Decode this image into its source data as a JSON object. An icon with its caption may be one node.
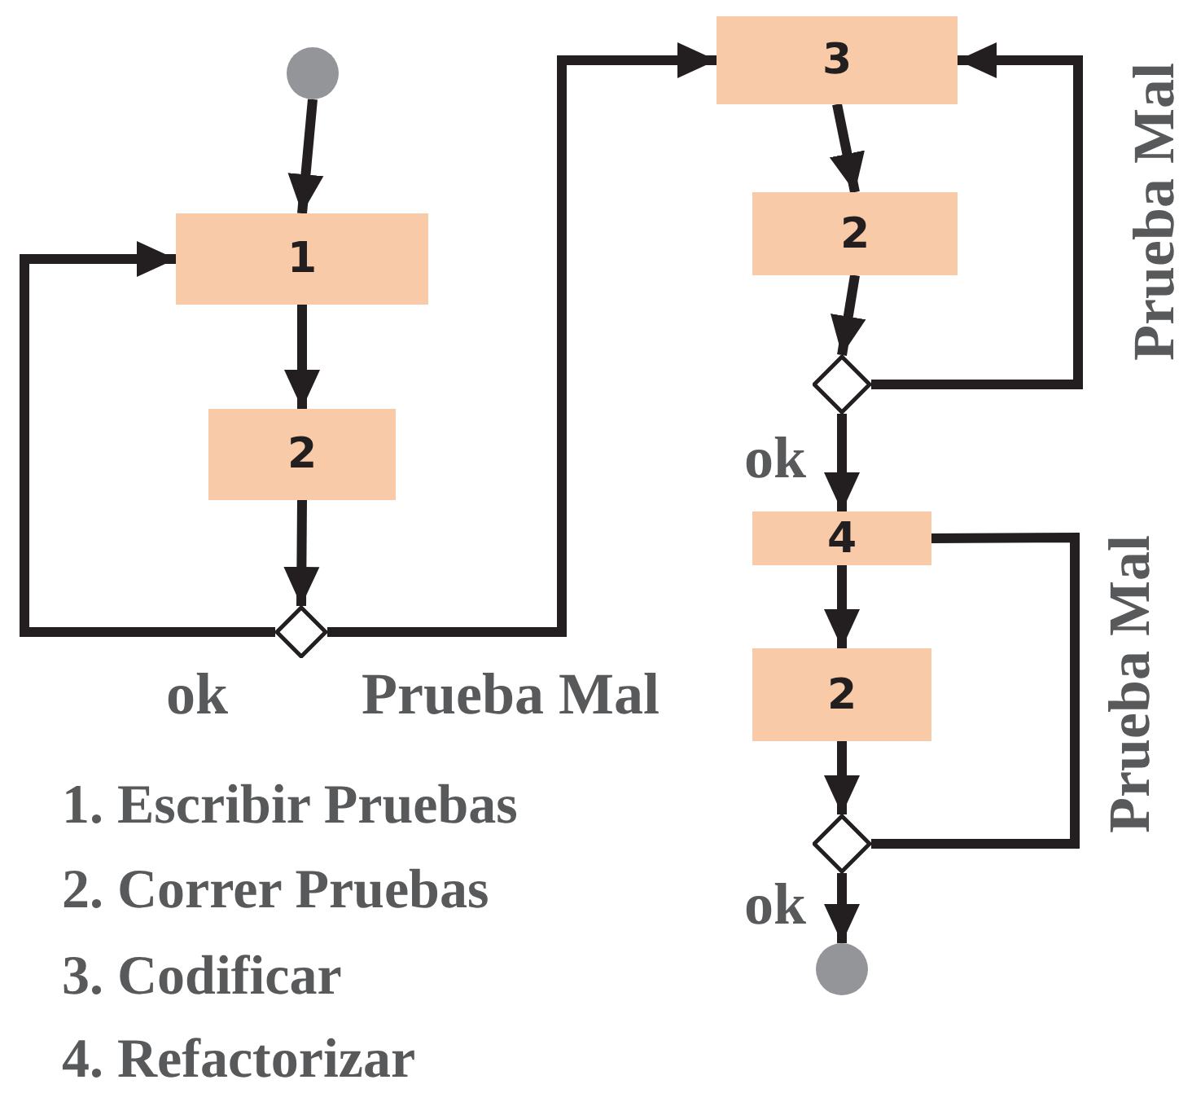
{
  "diagram": {
    "nodes": [
      {
        "text": [],
        "shape": "circle"
      },
      {
        "text": [
          "1"
        ]
      },
      {
        "text": [
          "2"
        ]
      },
      {
        "text": [],
        "shape": "diamond"
      },
      {
        "text": [
          "3"
        ]
      },
      {
        "text": [
          "2"
        ]
      },
      {
        "text": [],
        "shape": "diamond"
      },
      {
        "text": [
          "4"
        ]
      },
      {
        "text": [
          "2"
        ]
      },
      {
        "text": [],
        "shape": "diamond"
      },
      {
        "text": [],
        "shape": "circle"
      }
    ],
    "edges": [
      {
        "from": 0,
        "to": 1,
        "arrow": "to"
      },
      {
        "from": 1,
        "to": 2,
        "arrow": "to"
      },
      {
        "from": 2,
        "to": 3,
        "arrow": "to"
      },
      {
        "from": 3,
        "to": 1,
        "arrow": "to",
        "label": "ok"
      },
      {
        "from": 3,
        "to": 4,
        "arrow": "to",
        "label": "Prueba Mal"
      },
      {
        "from": 4,
        "to": 5,
        "arrow": "to"
      },
      {
        "from": 5,
        "to": 6,
        "arrow": "to"
      },
      {
        "from": 6,
        "to": 4,
        "arrow": "to",
        "label": "Prueba Mal"
      },
      {
        "from": 6,
        "to": 7,
        "arrow": "to",
        "label": "ok"
      },
      {
        "from": 7,
        "to": 8,
        "arrow": "to"
      },
      {
        "from": 8,
        "to": 9,
        "arrow": "to"
      },
      {
        "from": 9,
        "to": 7,
        "arrow": "none",
        "label": "Prueba Mal"
      },
      {
        "from": 9,
        "to": 10,
        "arrow": "to",
        "label": "ok"
      }
    ],
    "labels": [
      "1. Escribir Pruebas",
      "2. Correr Pruebas",
      "3. Codificar",
      "4. Refactorizar"
    ]
  }
}
